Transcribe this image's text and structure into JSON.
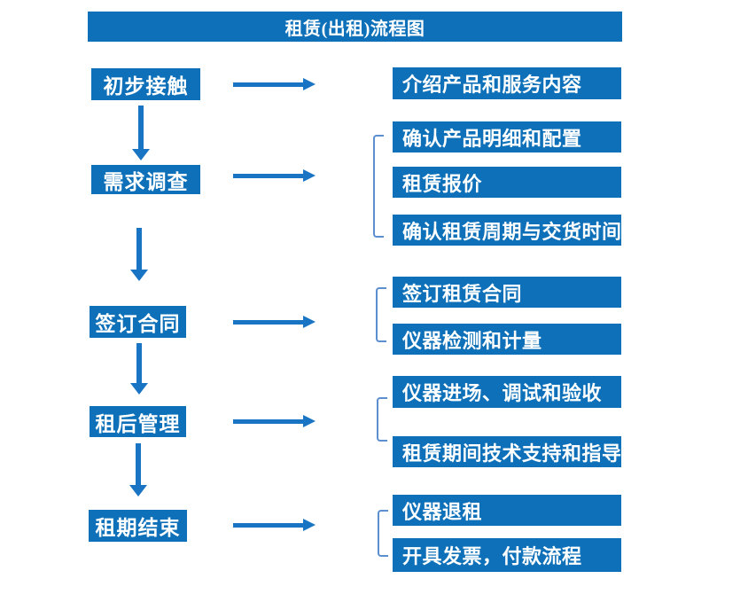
{
  "title": "租赁(出租)流程图",
  "colors": {
    "box_blue": "#0d70b8",
    "arrow_blue": "#1a74c4",
    "bracket_blue": "#5b8fd0",
    "text_white": "#ffffff"
  },
  "flow": {
    "steps": [
      {
        "label": "初步接触",
        "outputs": [
          "介绍产品和服务内容"
        ]
      },
      {
        "label": "需求调查",
        "outputs": [
          "确认产品明细和配置",
          "租赁报价",
          "确认租赁周期与交货时间"
        ]
      },
      {
        "label": "签订合同",
        "outputs": [
          "签订租赁合同",
          "仪器检测和计量"
        ]
      },
      {
        "label": "租后管理",
        "outputs": [
          "仪器进场、调试和验收",
          "租赁期间技术支持和指导"
        ]
      },
      {
        "label": "租期结束",
        "outputs": [
          "仪器退租",
          "开具发票，付款流程"
        ]
      }
    ]
  }
}
